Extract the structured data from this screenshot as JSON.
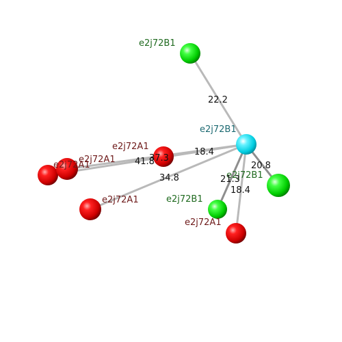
{
  "colors": {
    "background": "#ffffff",
    "bond": "#b9b9b9",
    "cyan_atom": "#00e0f0",
    "green_atom": "#00dd00",
    "red_atom": "#dd0000",
    "label_red": "#6e1a1a",
    "label_green": "#1f6a1f",
    "label_cyan": "#1d6a72",
    "distance_text": "#111111"
  },
  "atoms": [
    {
      "id": "center",
      "label": "e2j72B1",
      "color": "cyan",
      "label_color": "cyan"
    },
    {
      "id": "green-top",
      "label": "e2j72B1",
      "color": "green",
      "label_color": "green"
    },
    {
      "id": "green-right",
      "label": "e2j72B1",
      "color": "green",
      "label_color": "green"
    },
    {
      "id": "green-bottom",
      "label": "e2j72B1",
      "color": "green",
      "label_color": "green"
    },
    {
      "id": "red-center",
      "label": "e2j72A1",
      "color": "red",
      "label_color": "red"
    },
    {
      "id": "red-left-mid",
      "label": "e2j72A1",
      "color": "red",
      "label_color": "red"
    },
    {
      "id": "red-left-far",
      "label": "e2j72A1",
      "color": "red",
      "label_color": "red"
    },
    {
      "id": "red-lower-left",
      "label": "e2j72A1",
      "color": "red",
      "label_color": "red"
    },
    {
      "id": "red-bottom-right",
      "label": "e2j72A1",
      "color": "red",
      "label_color": "red"
    }
  ],
  "distances": [
    {
      "to": "green-top",
      "value": "22.2"
    },
    {
      "to": "red-center",
      "value": "18.4"
    },
    {
      "to": "red-left-mid",
      "value": "37.3"
    },
    {
      "to": "red-left-far",
      "value": "41.8"
    },
    {
      "to": "red-lower-left",
      "value": "34.8"
    },
    {
      "to": "green-right",
      "value": "20.8"
    },
    {
      "to": "green-bottom",
      "value": "21.3"
    },
    {
      "to": "red-bottom-right",
      "value": "18.4"
    }
  ]
}
